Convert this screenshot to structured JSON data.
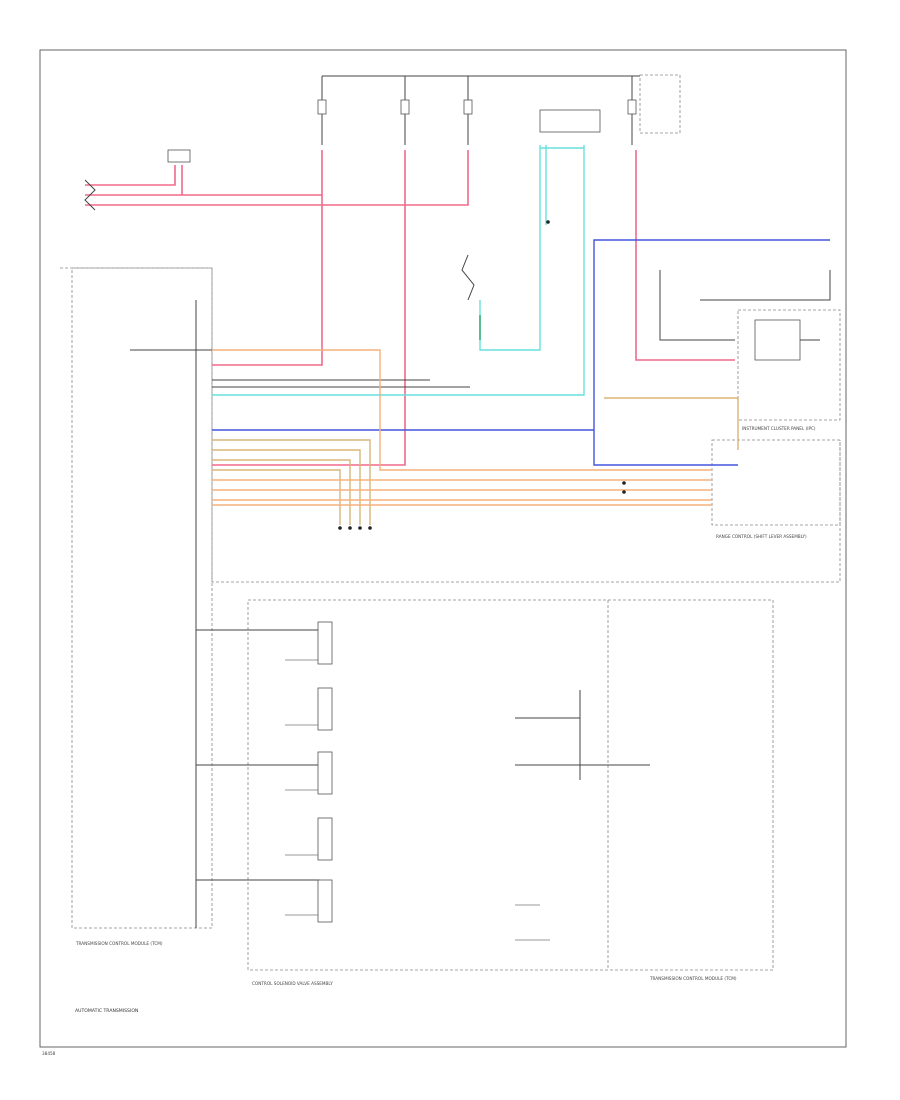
{
  "diagram": {
    "title": "AUTOMATIC TRANSMISSION",
    "figure_code": "38458",
    "components": {
      "tcm": "TRANSMISSION CONTROL MODULE (TCM)",
      "control_solenoid": "CONTROL SOLENOID VALVE ASSEMBLY",
      "tcm_right": "TRANSMISSION CONTROL MODULE (TCM)",
      "ipc": "INSTRUMENT CLUSTER PANEL (IPC)",
      "shift_lever": "RANGE CONTROL (SHIFT LEVER ASSEMBLY)"
    }
  }
}
